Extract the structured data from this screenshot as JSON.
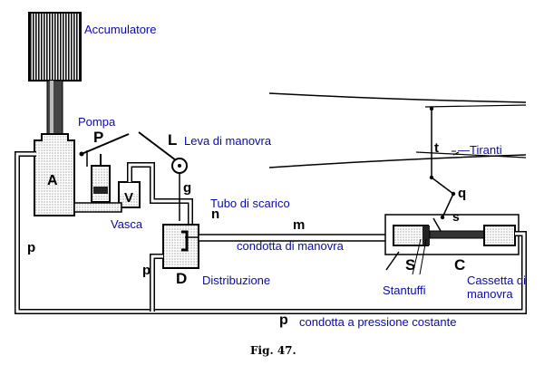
{
  "labels": {
    "accumulatore": "Accumulatore",
    "pompa": "Pompa",
    "leva": "Leva di manovra",
    "tiranti": "Tiranti",
    "tubo_scarico": "Tubo di scarico",
    "vasca": "Vasca",
    "condotta_manovra": "condotta di manovra",
    "distribuzione": "Distribuzione",
    "stantuffi": "Stantuffi",
    "cassetta_1": "Cassetta di",
    "cassetta_2": "manovra",
    "condotta_pressione": "condotta a pressione costante"
  },
  "letters": {
    "A": "A",
    "P": "P",
    "L": "L",
    "V": "V",
    "g": "g",
    "n": "n",
    "m": "m",
    "t": "t",
    "q": "q",
    "s": "s",
    "S": "S",
    "C": "C",
    "D": "D",
    "p_left": "p",
    "p_mid": "p",
    "p_bottom": "p"
  },
  "caption": "Fig. 47.",
  "colors": {
    "label": "#0a0aa8",
    "ink": "#000000"
  }
}
